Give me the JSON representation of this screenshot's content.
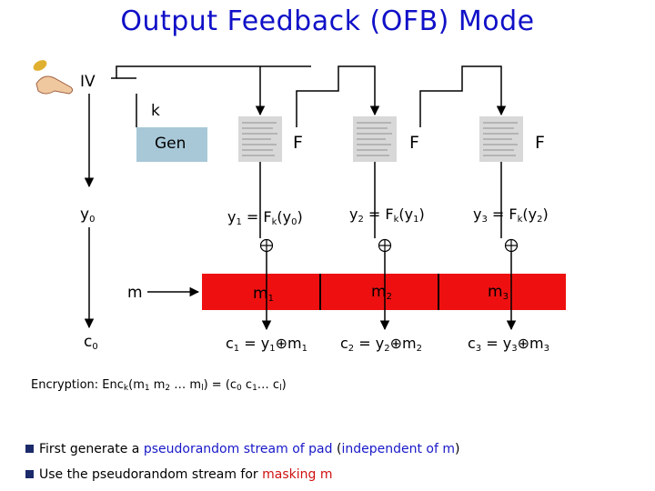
{
  "title": "Output Feedback (OFB) Mode",
  "labels": {
    "iv": "IV",
    "k": "k",
    "gen": "Gen",
    "y0": "y",
    "y0_sub": "0",
    "m": "m",
    "c0": "c",
    "c0_sub": "0"
  },
  "function_label": "F",
  "stages": [
    {
      "y_eq": {
        "y": "y",
        "ysub": "1",
        "eq": " = F",
        "ksub": "k",
        "arg": "(y",
        "argsub": "0",
        "close": ")"
      },
      "m": {
        "m": "m",
        "sub": "1"
      },
      "c": {
        "c": "c",
        "csub": "1",
        "eq": " = y",
        "ysub": "1",
        "op": "⊕",
        "m": "m",
        "msub": "1"
      }
    },
    {
      "y_eq": {
        "y": "y",
        "ysub": "2",
        "eq": " = F",
        "ksub": "k",
        "arg": "(y",
        "argsub": "1",
        "close": ")"
      },
      "m": {
        "m": "m",
        "sub": "2"
      },
      "c": {
        "c": "c",
        "csub": "2",
        "eq": " = y",
        "ysub": "2",
        "op": "⊕",
        "m": "m",
        "msub": "2"
      }
    },
    {
      "y_eq": {
        "y": "y",
        "ysub": "3",
        "eq": " = F",
        "ksub": "k",
        "arg": "(y",
        "argsub": "2",
        "close": ")"
      },
      "m": {
        "m": "m",
        "sub": "3"
      },
      "c": {
        "c": "c",
        "csub": "3",
        "eq": " = y",
        "ysub": "3",
        "op": "⊕",
        "m": "m",
        "msub": "3"
      }
    }
  ],
  "xor_symbol": "⊕",
  "encryption": {
    "prefix": "Encryption: Enc",
    "ksub": "k",
    "m_open": "(m",
    "m1sub": "1",
    "m2": " m",
    "m2sub": "2",
    "dots": " … m",
    "lsub": "l",
    "mid": ") = (c",
    "c0sub": "0",
    "c1": " c",
    "c1sub": "1",
    "cdots": "… c",
    "clsub": "l",
    "close": ")"
  },
  "bullets": [
    {
      "t1": "First generate a ",
      "t2": "pseudorandom stream of pad",
      "t3": " (",
      "t4": "independent of m",
      "t5": ")"
    },
    {
      "t1": "Use the pseudorandom stream for ",
      "t2": "masking m"
    }
  ],
  "colors": {
    "title": "#1010c8",
    "gen_box": "#a8c8d8",
    "message_bar": "#ee1010",
    "blue_text": "#1818c8",
    "red_text": "#d01010"
  }
}
